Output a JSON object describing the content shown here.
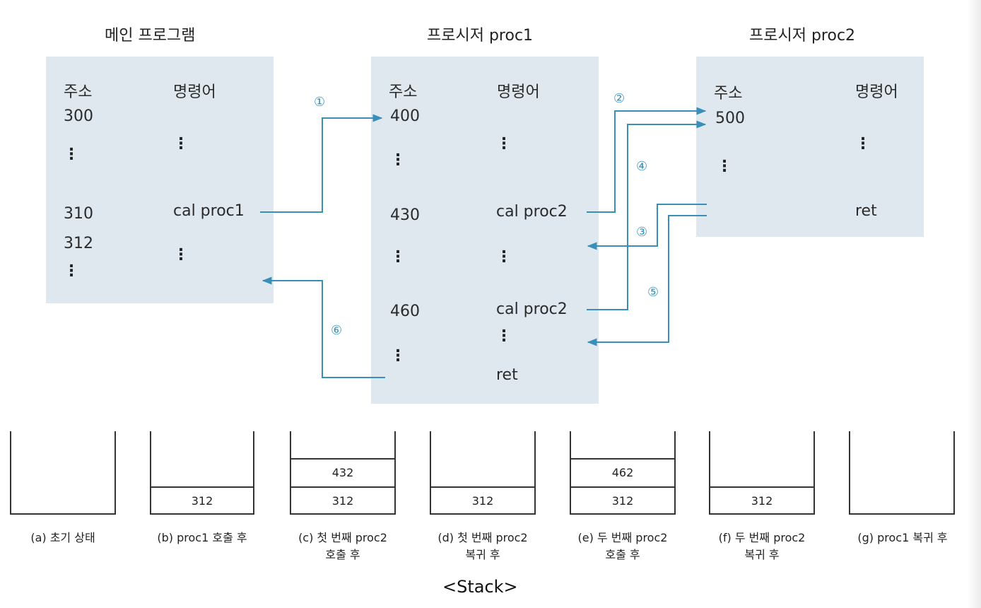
{
  "titles": {
    "main": "메인 프로그램",
    "proc1": "프로시저 proc1",
    "proc2": "프로시저 proc2"
  },
  "headers": {
    "addr": "주소",
    "instr": "명령어"
  },
  "main_program": {
    "addr_300": "300",
    "addr_310": "310",
    "addr_312": "312",
    "instr_call": "cal proc1"
  },
  "proc1": {
    "addr_400": "400",
    "addr_430": "430",
    "addr_460": "460",
    "instr_call_a": "cal proc2",
    "instr_call_b": "cal proc2",
    "instr_ret": "ret"
  },
  "proc2": {
    "addr_500": "500",
    "instr_ret": "ret"
  },
  "dots": "⋮",
  "steps": [
    "①",
    "②",
    "③",
    "④",
    "⑤",
    "⑥"
  ],
  "colors": {
    "panel": "#dfe8ef",
    "arrow": "#3a8fb8"
  },
  "stacks": [
    {
      "label_1": "(a) 초기 상태",
      "label_2": "",
      "values": []
    },
    {
      "label_1": "(b) proc1 호출 후",
      "label_2": "",
      "values": [
        "312"
      ]
    },
    {
      "label_1": "(c) 첫 번째 proc2",
      "label_2": "호출 후",
      "values": [
        "312",
        "432"
      ]
    },
    {
      "label_1": "(d) 첫 번째 proc2",
      "label_2": "복귀 후",
      "values": [
        "312"
      ]
    },
    {
      "label_1": "(e) 두 번째 proc2",
      "label_2": "호출 후",
      "values": [
        "312",
        "462"
      ]
    },
    {
      "label_1": "(f) 두 번째 proc2",
      "label_2": "복귀 후",
      "values": [
        "312"
      ]
    },
    {
      "label_1": "(g) proc1 복귀 후",
      "label_2": "",
      "values": []
    }
  ],
  "caption": "<Stack>"
}
